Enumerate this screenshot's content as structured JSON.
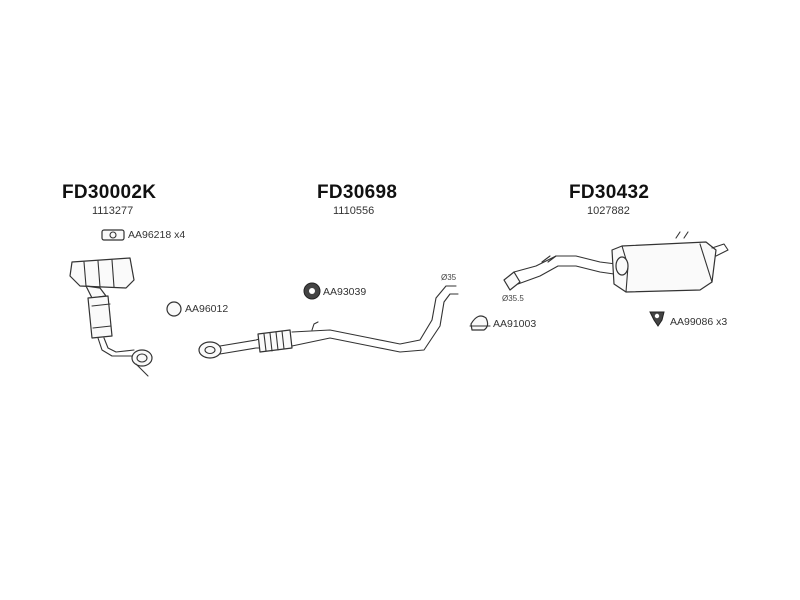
{
  "assemblies": [
    {
      "code": "FD30002K",
      "oe": "1113277"
    },
    {
      "code": "FD30698",
      "oe": "1110556"
    },
    {
      "code": "FD30432",
      "oe": "1027882"
    }
  ],
  "parts": {
    "gasket": {
      "code": "AA96218",
      "qty": "x4"
    },
    "ring": {
      "code": "AA96012"
    },
    "hanger": {
      "code": "AA93039"
    },
    "clamp": {
      "code": "AA91003"
    },
    "mount": {
      "code": "AA99086",
      "qty": "x3"
    }
  },
  "dimensions": {
    "mid_pipe": "Ø35",
    "rear_pipe": "Ø35.5"
  }
}
